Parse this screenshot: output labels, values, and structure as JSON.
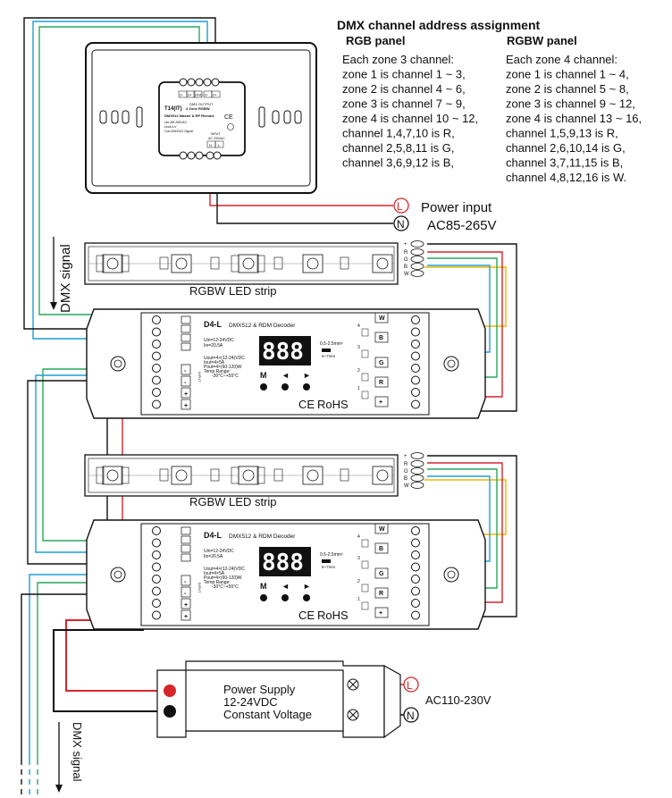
{
  "assignment": {
    "title": "DMX channel address assignment",
    "rgb": {
      "title": "RGB panel",
      "lines": [
        "Each zone 3 channel:",
        "zone 1 is channel 1 ~ 3,",
        "zone 2 is channel 4 ~ 6,",
        "zone 3 is channel 7 ~ 9,",
        "zone 4 is channel 10 ~ 12,",
        "channel 1,4,7,10 is R,",
        "channel 2,5,8,11 is G,",
        "channel 3,6,9,12 is B,"
      ]
    },
    "rgbw": {
      "title": "RGBW panel",
      "lines": [
        "Each zone 4 channel:",
        "zone 1 is channel 1 ~ 4,",
        "zone 2 is channel 5 ~ 8,",
        "zone 3 is channel 9 ~ 12,",
        "zone 4 is channel 13 ~ 16,",
        "channel 1,5,9,13 is R,",
        "channel 2,6,10,14 is G,",
        "channel 3,7,11,15 is B,",
        "channel 4,8,12,16 is W."
      ]
    }
  },
  "panel": {
    "model": "T14(IT)",
    "subtitle": "4 Zone RGBW",
    "desc": "DMX512 Master & RF Remote",
    "specs": [
      "Uin=85-265VAC",
      "Uout=LV",
      "Out=DMX512 Signal"
    ],
    "dmx_output": "DMX OUTPUT",
    "dmx_pins": [
      "D-",
      "D+",
      "GND",
      "D-",
      "D+"
    ],
    "input_label": "INPUT",
    "input_voltage": "AC 230VAC",
    "input_pins": [
      "N",
      "L"
    ]
  },
  "power_input": {
    "label": "Power input",
    "voltage": "AC85-265V",
    "L": "L",
    "N": "N"
  },
  "dmx_signal_label": "DMX signal",
  "strip_label": "RGBW LED strip",
  "strip_pins": [
    "+",
    "R",
    "G",
    "B",
    "W"
  ],
  "decoder": {
    "model": "D4-L",
    "desc": "DMX512 & RDM Decoder",
    "display": "888",
    "buttons": [
      "M",
      "◄",
      "►"
    ],
    "uin": "Uin=12-24VDC",
    "iin": "Iin=20.5A",
    "uout": "Uout=4×(12-24)VDC",
    "iout": "Iout=4×5A",
    "pout": "Pout=4×(60-120)W",
    "temp": "Temp Range:",
    "temp_val": "-30°C~+55°C",
    "wire_size": "0.5-2.5mm²",
    "strip_len": "6~7mm",
    "input_label": "INPUT",
    "out_pins": [
      "W",
      "B",
      "G",
      "R",
      "+"
    ],
    "ce": "CE",
    "rohs": "RoHS"
  },
  "power_supply": {
    "lines": [
      "Power Supply",
      "12-24VDC",
      "Constant Voltage"
    ],
    "ac": "AC110-230V",
    "L": "L",
    "N": "N"
  },
  "colors": {
    "red": "#d6252b",
    "green": "#27a95c",
    "blue": "#1d9fd3",
    "yellow": "#f2b600",
    "black": "#111111"
  }
}
